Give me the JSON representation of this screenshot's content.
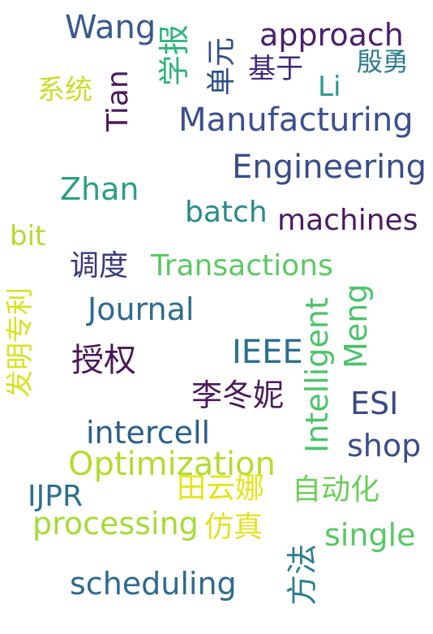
{
  "words": [
    {
      "text": "Wang",
      "color": "#3b5a8a"
    },
    {
      "text": "学报",
      "color": "#2db37a"
    },
    {
      "text": "单元",
      "color": "#2f4f86"
    },
    {
      "text": "approach",
      "color": "#4a1f6e"
    },
    {
      "text": "殷勇",
      "color": "#2e7a8c"
    },
    {
      "text": "基于",
      "color": "#3f2a78"
    },
    {
      "text": "系统",
      "color": "#c8de2a"
    },
    {
      "text": "Tian",
      "color": "#4a1a5c"
    },
    {
      "text": "Li",
      "color": "#2a9a8a"
    },
    {
      "text": "Manufacturing",
      "color": "#3d4f8f"
    },
    {
      "text": "Engineering",
      "color": "#3a4d8a"
    },
    {
      "text": "Zhan",
      "color": "#2aa082"
    },
    {
      "text": "batch",
      "color": "#2a8a8a"
    },
    {
      "text": "machines",
      "color": "#4a1a60"
    },
    {
      "text": "bit",
      "color": "#b8d830"
    },
    {
      "text": "发明专利",
      "color": "#d7e21f"
    },
    {
      "text": "调度",
      "color": "#3a3a7a"
    },
    {
      "text": "Transactions",
      "color": "#5cc864"
    },
    {
      "text": "Journal",
      "color": "#306a8e"
    },
    {
      "text": "Meng",
      "color": "#4cc26c"
    },
    {
      "text": "授权",
      "color": "#4a1556"
    },
    {
      "text": "IEEE",
      "color": "#2d6f8e"
    },
    {
      "text": "Intelligent",
      "color": "#4ec36b"
    },
    {
      "text": "李冬妮",
      "color": "#4a1a5a"
    },
    {
      "text": "ESI",
      "color": "#3a4a80"
    },
    {
      "text": "intercell",
      "color": "#2b5f8a"
    },
    {
      "text": "shop",
      "color": "#3e4c8a"
    },
    {
      "text": "Optimization",
      "color": "#b4dc2e"
    },
    {
      "text": "IJPR",
      "color": "#2d708e"
    },
    {
      "text": "田云娜",
      "color": "#e5e319"
    },
    {
      "text": "自动化",
      "color": "#6ccd5a"
    },
    {
      "text": "processing",
      "color": "#a5db36"
    },
    {
      "text": "仿真",
      "color": "#e0e22a"
    },
    {
      "text": "single",
      "color": "#58c765"
    },
    {
      "text": "方法",
      "color": "#2a7d8e"
    },
    {
      "text": "scheduling",
      "color": "#2e6a8e"
    }
  ]
}
